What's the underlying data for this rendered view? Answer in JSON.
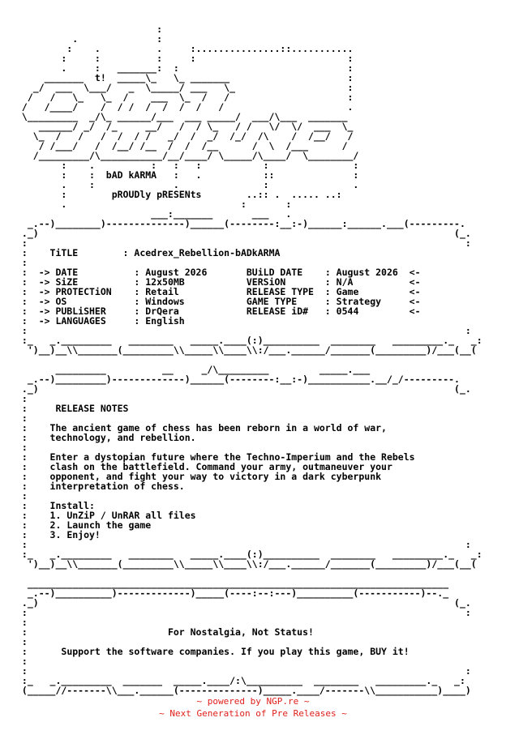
{
  "nfo": {
    "art_top": "                         :\n          .              :\n         :    .          .     :...............::...........\n        :     :          :     :                           :\n        .     :   _______:  :                              :\n     _______  t!  _____\\_   \\_ _______                     :\n   _/  ___  \\___/   _  \\_____/ ___   \\_                    :\n  /   /   \\_   \\_  /    ___  \\_  /   /                     :\n /   /____/    /  / /  /  /  /  /   /                      .\n \\_________  _/\\_ ______/___  ___ _____/  ___/\\___  _______\n    ______/ _/  /_     __/   /  / \\_   / /   \\/  \\/  ___  \\_\n   \\_  /   /   /  /  / /   _/  /  _/  /_/  /\\    /  /__/   /\n    / /___/   /  /__/ /__  /  /  /__      /  \\  /___      /\n   /_________/\\___________/__/____/ \\_____/\\____/  \\________/\n        :    .          :   :   :           :               :\n        :    :  bAD kARMA   :   .           ::              :\n        .    :              .               :               .\n        :        pROUDly pRESENts        ..:: .  ..... ..:\n        .                               :       :\n                        ___:_______       ___   .\n",
    "box1_top": "  _.--)________)--------------)______(--------:__:-)______:______.___(---------.\n ._)                                                                          (_.\n :                                                                              :",
    "release_label": " :    TiTLE        : ",
    "release_name": "Acedrex_Rebellion-bADkARMA",
    "rows": [
      {
        "l1": " :  -> DATE          : ",
        "v1": "August 2026",
        "l2": "       BUiLD DATE    : ",
        "v2": "August 2026",
        "t": "  <-"
      },
      {
        "l1": " :  -> SiZE          : ",
        "v1": "12x50MB",
        "l2": "           VERSiON       : ",
        "v2": "N/A",
        "t": "          <-"
      },
      {
        "l1": " :  -> PROTECTiON    : ",
        "v1": "Retail",
        "l2": "            RELEASE TYPE  : ",
        "v2": "Game",
        "t": "         <-"
      },
      {
        "l1": " :  -> OS            : ",
        "v1": "Windows",
        "l2": "           GAME TYPE     : ",
        "v2": "Strategy",
        "t": "     <-"
      },
      {
        "l1": " :  -> PUBLiSHER     : ",
        "v1": "DrQera",
        "l2": "            RELEASE iD#   : ",
        "v2": "0544",
        "t": "         <-"
      },
      {
        "l1": " :  -> LANGUAGES     : ",
        "v1": "English",
        "l2": "",
        "v2": "",
        "t": ""
      }
    ],
    "box1_bottom": " :                                                                              :\n :_   _._________   ________   _____.____(:)__________  ________   _________._   _:\n  ')__)__\\\\_______(_________\\\\_____\\\\____\\\\:/___.______/_______(_________)/___(__(",
    "box2_top": "       _________          __     _/\\_________         _____.___\n  _.--)_________)-------------)______(--------:__:-)___________.__/_/---------.\n ._)                                                                          (_.\n :",
    "notes_title": " :     RELEASE NOTES",
    "notes": [
      "The ancient game of chess has been reborn in a world of war,",
      "technology, and rebellion.",
      "",
      "Enter a dystopian future where the Techno-Imperium and the Rebels",
      "clash on the battlefield. Command your army, outmaneuver your",
      "opponent, and fight your way to victory in a dark cyberpunk",
      "interpretation of chess.",
      "",
      "Install:",
      "1. UnZiP / UnRAR all files",
      "2. Launch the game",
      "3. Enjoy!"
    ],
    "box2_bottom": " :                                                                              :\n :_   _._________   ________   _____.____(:)__________  ________   _________._   _:\n  ')__)__\\\\_______(_________\\\\_____\\\\____\\\\:/___.______/_______(_________)/___(__(",
    "box3_top": "  ___________________________________________________________________________\n  _.--)__________)-------------)_____(----:--:---)__________(-----------)--._\n ._)                                                                          (_.\n :                                                                              :",
    "nostalgia": "For Nostalgia, Not Status!",
    "support": "Support the software companies. If you play this game, BUY it!",
    "box3_bottom": " :                                                                              :\n :_   _._________  _______  _____.____/:\\__________  ________   _________._   _:\n (_____//-------\\\\___.______(--------------)_____.____/-------\\\\___________)____)"
  },
  "footer": {
    "line1": "~ powered by NGP.re ~",
    "line2": "~ Next Generation of Pre Releases ~",
    "color": "#e0201b"
  }
}
